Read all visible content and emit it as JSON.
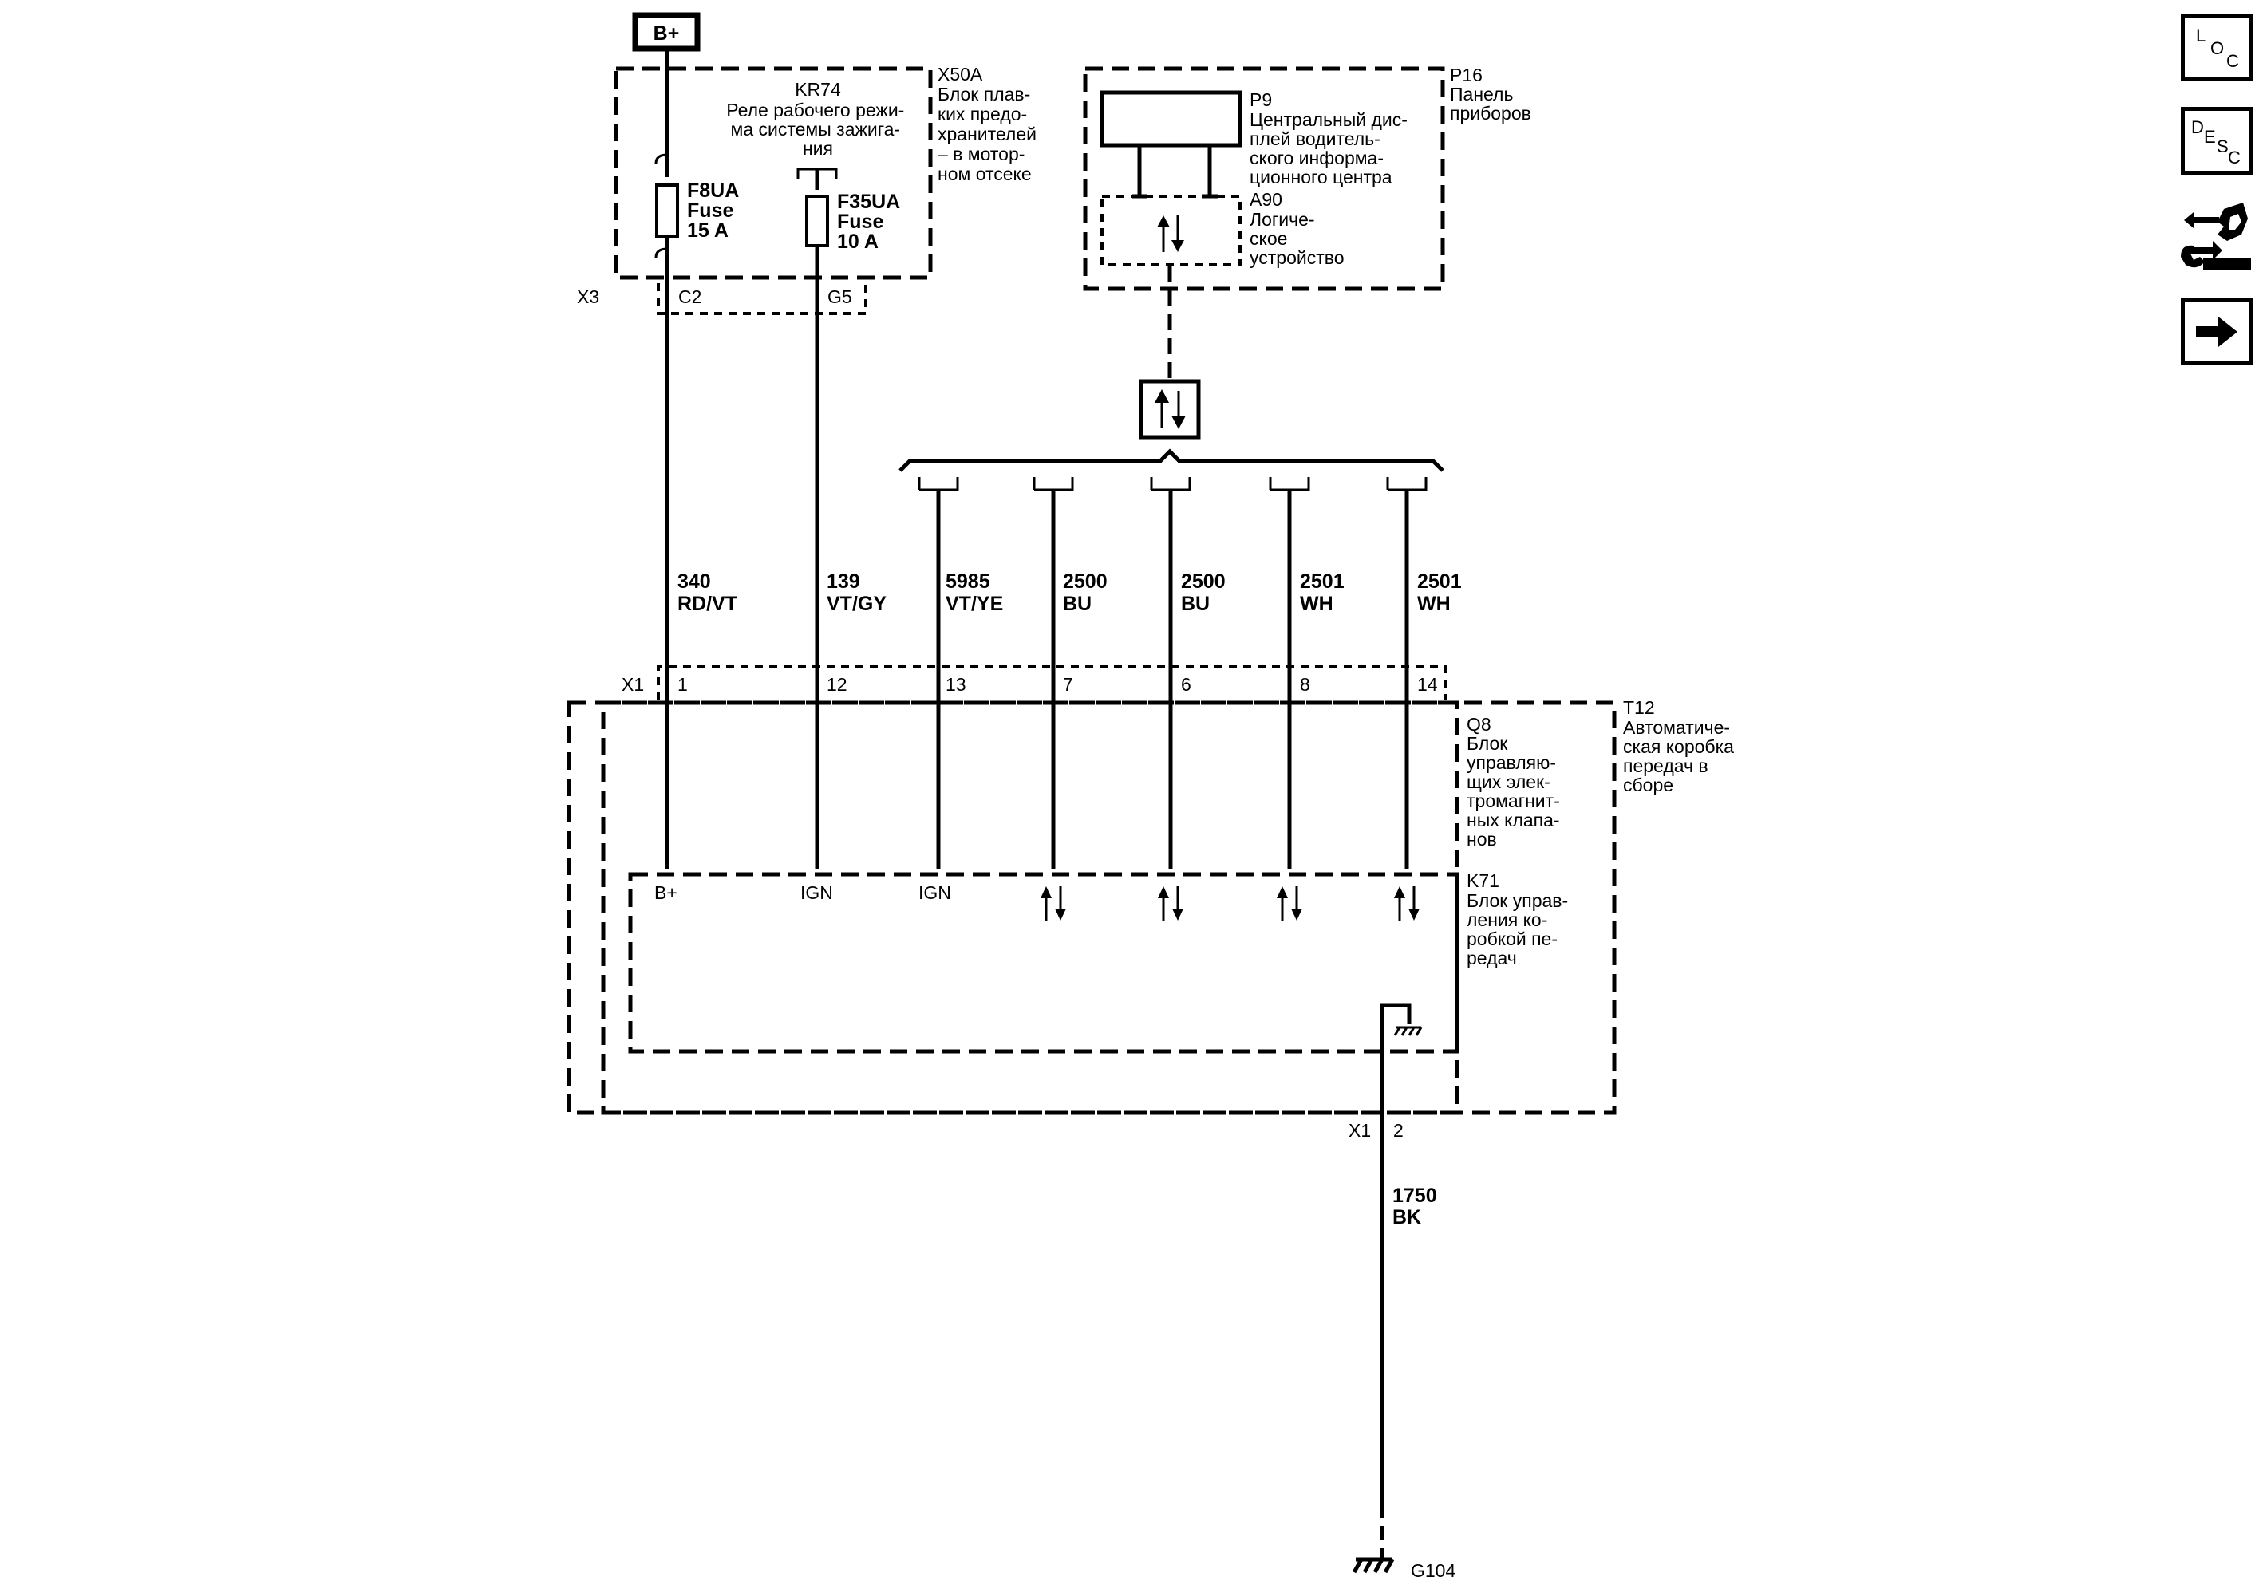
{
  "power": {
    "label": "B+"
  },
  "fuse_block": {
    "id": "X50A",
    "lines": [
      "Блок плав-",
      "ких предо-",
      "хранителей",
      "– в мотор-",
      "ном отсеке"
    ]
  },
  "relay": {
    "id": "KR74",
    "lines": [
      "Реле рабочего режи-",
      "ма системы зажига-",
      "ния"
    ]
  },
  "fuse_f8": {
    "lines": [
      "F8UA",
      "Fuse",
      "15 A"
    ]
  },
  "fuse_f35": {
    "lines": [
      "F35UA",
      "Fuse",
      "10 A"
    ]
  },
  "connector_x3": {
    "id": "X3",
    "pins": [
      "C2",
      "G5"
    ]
  },
  "cluster": {
    "id": "P16",
    "lines": [
      "Панель",
      "приборов"
    ]
  },
  "display": {
    "id": "P9",
    "lines": [
      "Центральный дис-",
      "плей водитель-",
      "ского информа-",
      "ционного центра"
    ]
  },
  "logic": {
    "id": "A90",
    "lines": [
      "Логиче-",
      "ское",
      "устройство"
    ]
  },
  "wires": [
    {
      "circuit": "340",
      "color": "RD/VT",
      "pin": "1"
    },
    {
      "circuit": "139",
      "color": "VT/GY",
      "pin": "12"
    },
    {
      "circuit": "5985",
      "color": "VT/YE",
      "pin": "13"
    },
    {
      "circuit": "2500",
      "color": "BU",
      "pin": "7"
    },
    {
      "circuit": "2500",
      "color": "BU",
      "pin": "6"
    },
    {
      "circuit": "2501",
      "color": "WH",
      "pin": "8"
    },
    {
      "circuit": "2501",
      "color": "WH",
      "pin": "14"
    }
  ],
  "connector_x1": {
    "id": "X1",
    "ground_pin": "2"
  },
  "transmission": {
    "id": "T12",
    "lines": [
      "Автоматиче-",
      "ская коробка",
      "передач в",
      "сборе"
    ]
  },
  "valve_body": {
    "id": "Q8",
    "lines": [
      "Блок",
      "управляю-",
      "щих элек-",
      "тромагнит-",
      "ных клапа-",
      "нов"
    ]
  },
  "tcm": {
    "id": "K71",
    "lines": [
      "Блок управ-",
      "ления ко-",
      "робкой пе-",
      "редач"
    ],
    "terminals": [
      "B+",
      "IGN",
      "IGN"
    ]
  },
  "ground_wire": {
    "circuit": "1750",
    "color": "BK"
  },
  "ground": {
    "id": "G104"
  },
  "nav": {
    "loc": [
      "L",
      "O",
      "C"
    ],
    "desc": [
      "D",
      "E",
      "S",
      "C"
    ]
  }
}
